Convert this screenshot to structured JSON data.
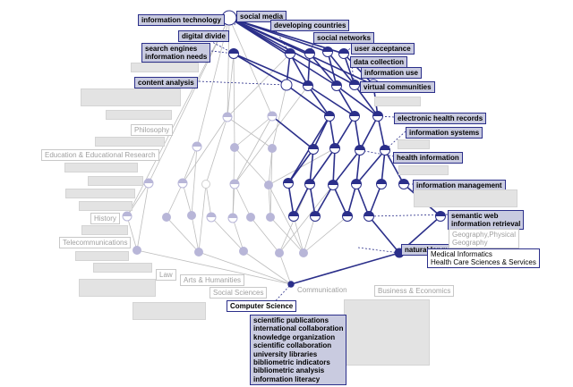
{
  "colors": {
    "accent": "#2b2f8a",
    "edge_dim": "#bdbdbd",
    "node_dim": "#b8b6d8",
    "highlight_fill": "#c9cbe0"
  },
  "labels": {
    "information_technology": "information technology",
    "social_media": "social media",
    "developing_countries": "developing countries",
    "digital_divide": "digital divide",
    "social_networks": "social networks",
    "search_engines": "search engines",
    "information_needs": "information needs",
    "user_acceptance": "user acceptance",
    "data_collection": "data collection",
    "information_use": "information use",
    "content_analysis": "content analysis",
    "virtual_communities": "virtual communities",
    "electronic_health_records": "electronic health records",
    "information_systems": "information systems",
    "health_information": "health information",
    "information_management": "information management",
    "semantic_web": "semantic web",
    "information_retrieval": "information retrieval",
    "geography_physical": "Geography,Physical",
    "geography": "Geography",
    "medical_informatics": "Medical Informatics",
    "health_care_sciences": "Health Care Sciences & Services",
    "natural_language_processing": "natural language processing",
    "philosophy": "Philosophy",
    "education_research": "Education & Educational Research",
    "history": "History",
    "telecommunications": "Telecommunications",
    "law": "Law",
    "arts_humanities": "Arts & Humanities",
    "social_sciences": "Social Sciences",
    "communication": "Communication",
    "business_economics": "Business & Economics",
    "computer_science": "Computer Science",
    "bottom_list": [
      "scientific publications",
      "international collaboration",
      "knowledge organization",
      "scientific collaboration",
      "university libraries",
      "bibliometric indicators",
      "bibliometric analysis",
      "information literacy"
    ]
  }
}
